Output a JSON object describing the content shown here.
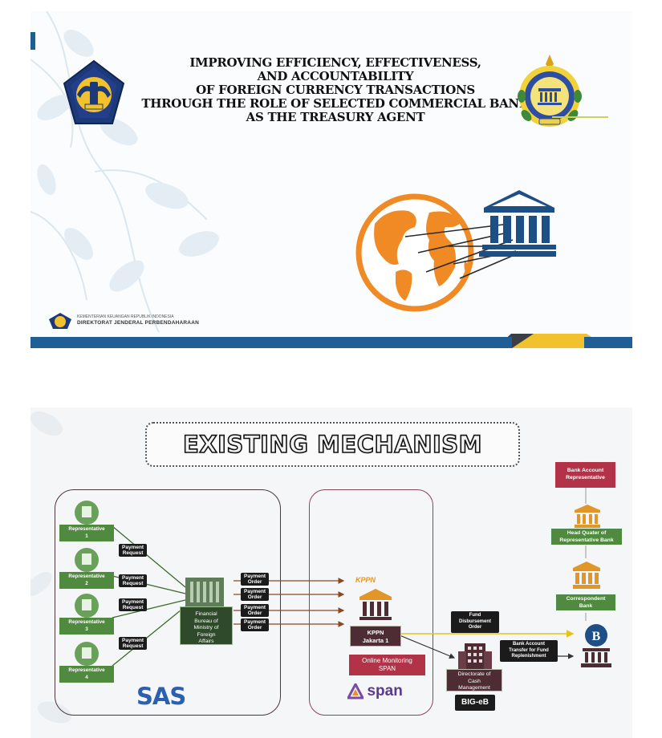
{
  "slide1": {
    "title_lines": [
      "IMPROVING EFFICIENCY, EFFECTIVENESS,",
      "AND ACCOUNTABILITY",
      "OF FOREIGN CURRENCY TRANSACTIONS",
      "THROUGH THE ROLE OF SELECTED COMMERCIAL BANK",
      "AS THE TREASURY AGENT"
    ],
    "footer_small": "KEMENTERIAN KEUANGAN REPUBLIK INDONESIA",
    "footer_big": "DIREKTORAT JENDERAL PERBENDAHARAAN",
    "icons": [
      "ministry-emblem-icon",
      "kemenlu-emblem-icon",
      "globe-icon",
      "bank-building-icon"
    ],
    "colors": {
      "globe": "#f08a24",
      "bank": "#1d4f86",
      "footer_bar": "#1f5f96",
      "accent_yellow": "#f2c12e"
    }
  },
  "slide2": {
    "title": "EXISTING MECHANISM",
    "representatives": [
      {
        "label_1": "Representative",
        "label_2": "1"
      },
      {
        "label_1": "Representative",
        "label_2": "2"
      },
      {
        "label_1": "Representative",
        "label_2": "3"
      },
      {
        "label_1": "Representative",
        "label_2": "4"
      }
    ],
    "payment_requests": [
      {
        "l1": "Payment",
        "l2": "Request"
      },
      {
        "l1": "Payment",
        "l2": "Request"
      },
      {
        "l1": "Payment",
        "l2": "Request"
      },
      {
        "l1": "Payment",
        "l2": "Request"
      }
    ],
    "financial_bureau": [
      "Financial",
      "Bureau of",
      "Ministry of",
      "Foreign",
      "Affairs"
    ],
    "payment_orders": [
      {
        "l1": "Payment",
        "l2": "Order"
      },
      {
        "l1": "Payment",
        "l2": "Order"
      },
      {
        "l1": "Payment",
        "l2": "Order"
      },
      {
        "l1": "Payment",
        "l2": "Order"
      }
    ],
    "sas_logo": "SAS",
    "kppn_logo": "KPPN",
    "kppn_label": [
      "KPPN",
      "Jakarta 1"
    ],
    "online_monitoring": [
      "Online Monitoring",
      "SPAN"
    ],
    "span_logo": "span",
    "fund_disbursement": [
      "Fund",
      "Disbursement",
      "Order"
    ],
    "directorate": [
      "Directorate of",
      "Cash",
      "Management"
    ],
    "big_eb": "BIG-eB",
    "bank_transfer": [
      "Bank Account",
      "Transfer for Fund",
      "Replenishment"
    ],
    "correspondent": [
      "Correspondent",
      "Bank"
    ],
    "head_quater": [
      "Head Quater of",
      "Representative Bank"
    ],
    "bank_account_rep": [
      "Bank Account",
      "Representative"
    ],
    "colors": {
      "green": "#4f8a3e",
      "dark_green": "#2f4a2a",
      "maroon": "#4d2c34",
      "red": "#b23247",
      "arrow_brown": "#8a4a20",
      "arrow_yellow": "#e6c21a",
      "bank_orange": "#e39628"
    }
  }
}
